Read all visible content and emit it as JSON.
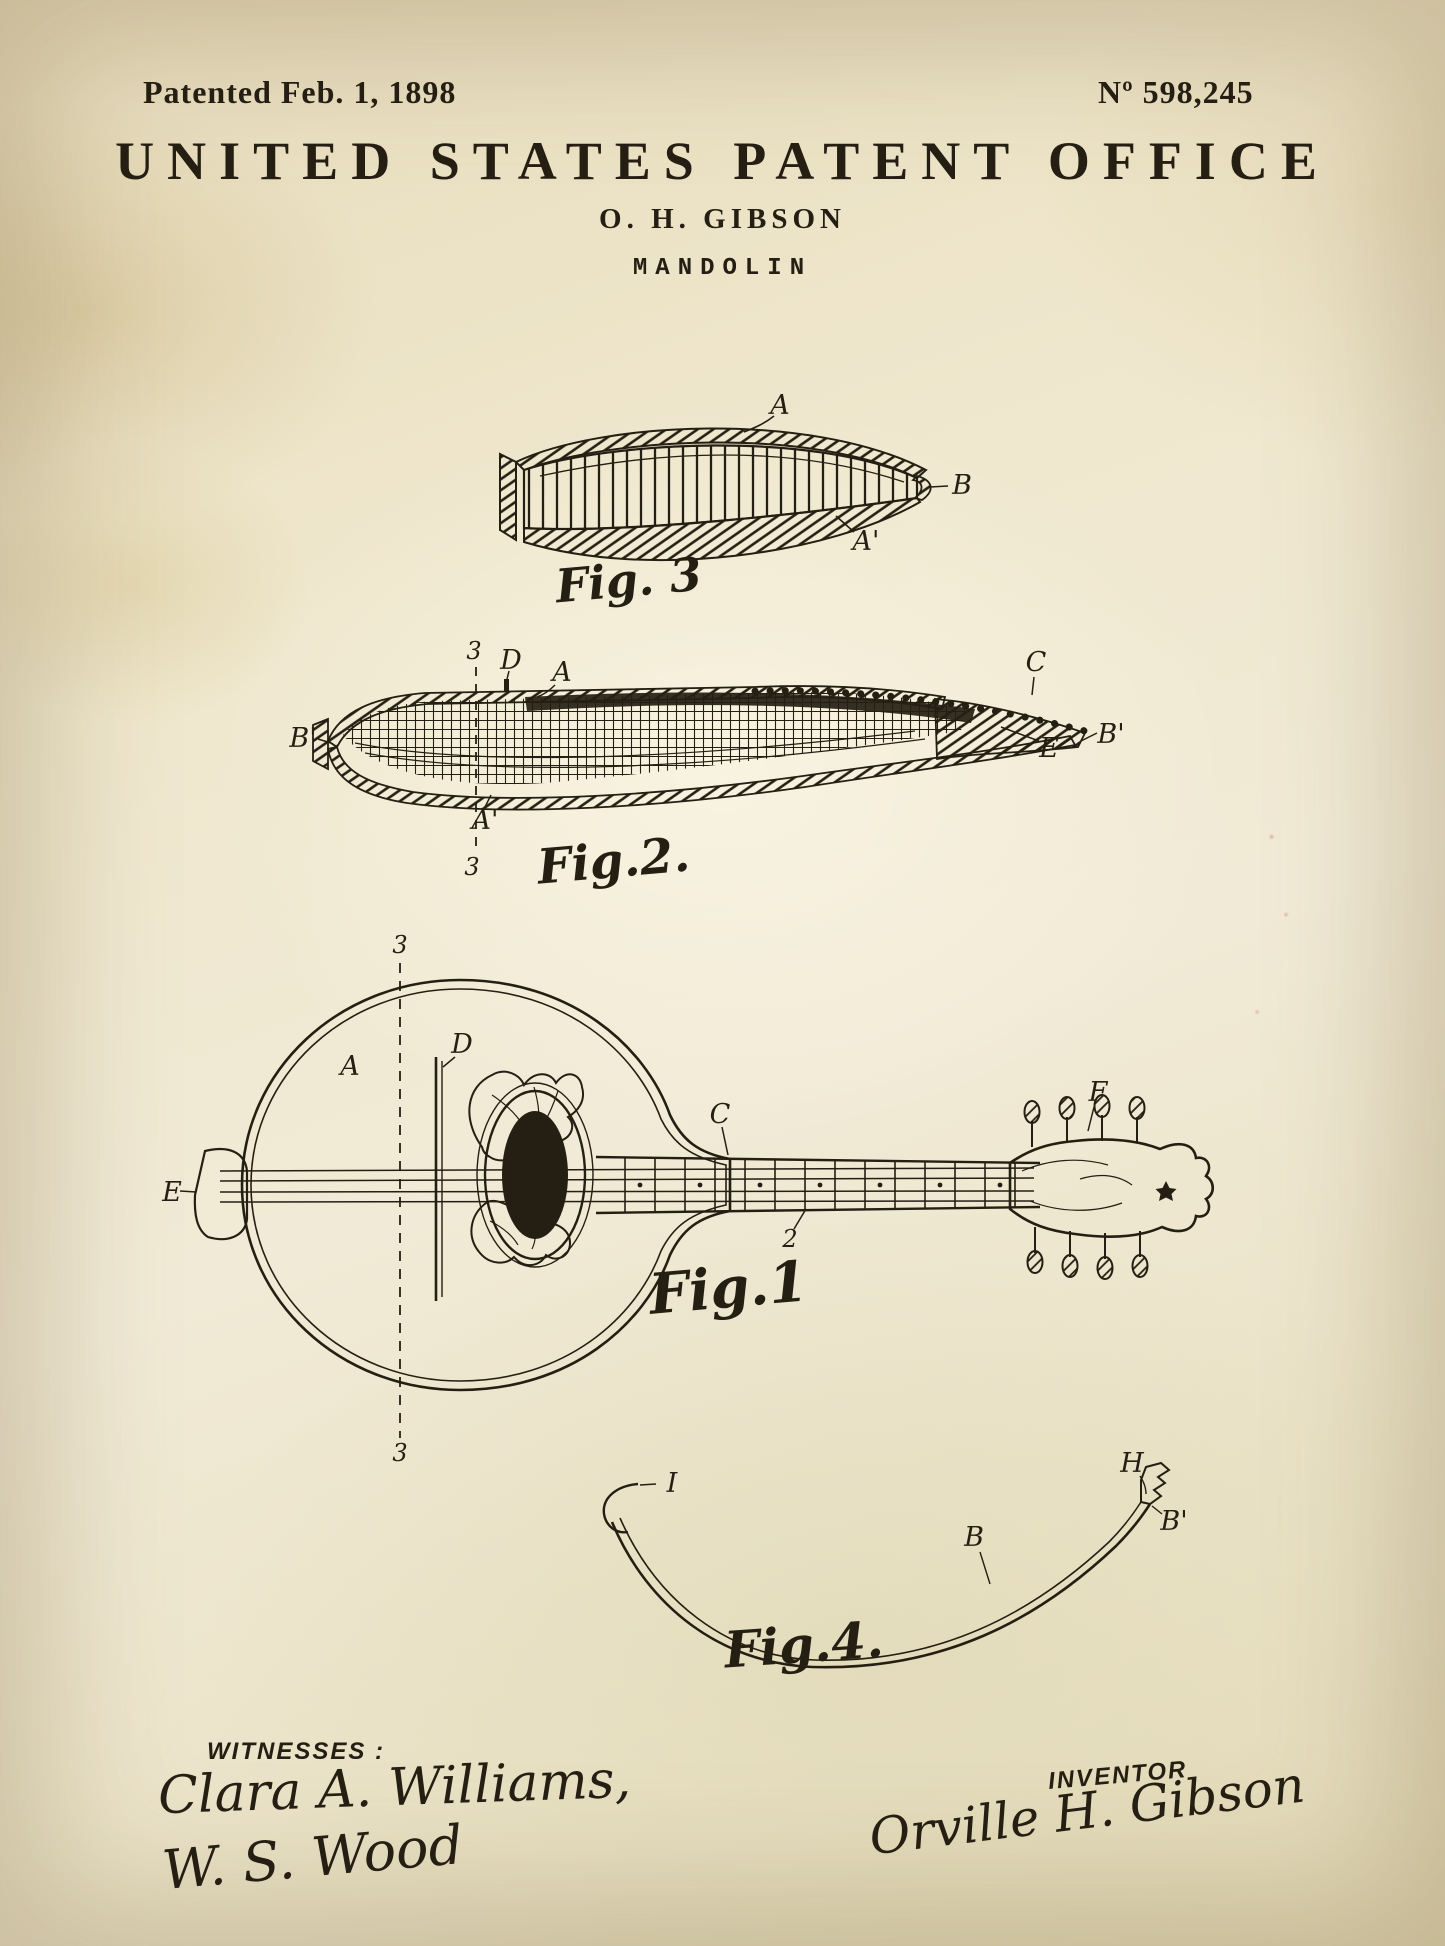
{
  "colors": {
    "paper": "#efe7cd",
    "ink": "#251e12"
  },
  "header": {
    "patented": "Patented Feb. 1, 1898",
    "number": "Nº 598,245"
  },
  "title": {
    "office": "UNITED STATES PATENT OFFICE",
    "inventor_name": "O. H. GIBSON",
    "invention": "MANDOLIN"
  },
  "fig3": {
    "caption": "Fig. 3",
    "labels": {
      "a": "A",
      "b": "B",
      "a_prime": "A'"
    }
  },
  "fig2": {
    "caption": "Fig.2.",
    "labels": {
      "three_top": "3",
      "d": "D",
      "a": "A",
      "c": "C",
      "b_prime_left": "B'",
      "e": "E",
      "b_prime_right": "B'",
      "a_prime": "A'",
      "three_bottom": "3"
    }
  },
  "fig1": {
    "caption": "Fig.1",
    "labels": {
      "three_top": "3",
      "a": "A",
      "d": "D",
      "c": "C",
      "two": "2",
      "f": "F",
      "e": "E",
      "three_bottom": "3"
    }
  },
  "fig4": {
    "caption": "Fig.4.",
    "labels": {
      "i": "I",
      "h": "H",
      "b": "B",
      "b_prime": "B'"
    }
  },
  "witnesses": {
    "label": "WITNESSES :",
    "signatures": [
      "Clara A. Williams,",
      "W. S. Wood"
    ]
  },
  "inventor": {
    "label": "INVENTOR",
    "signature": "Orville H. Gibson"
  }
}
